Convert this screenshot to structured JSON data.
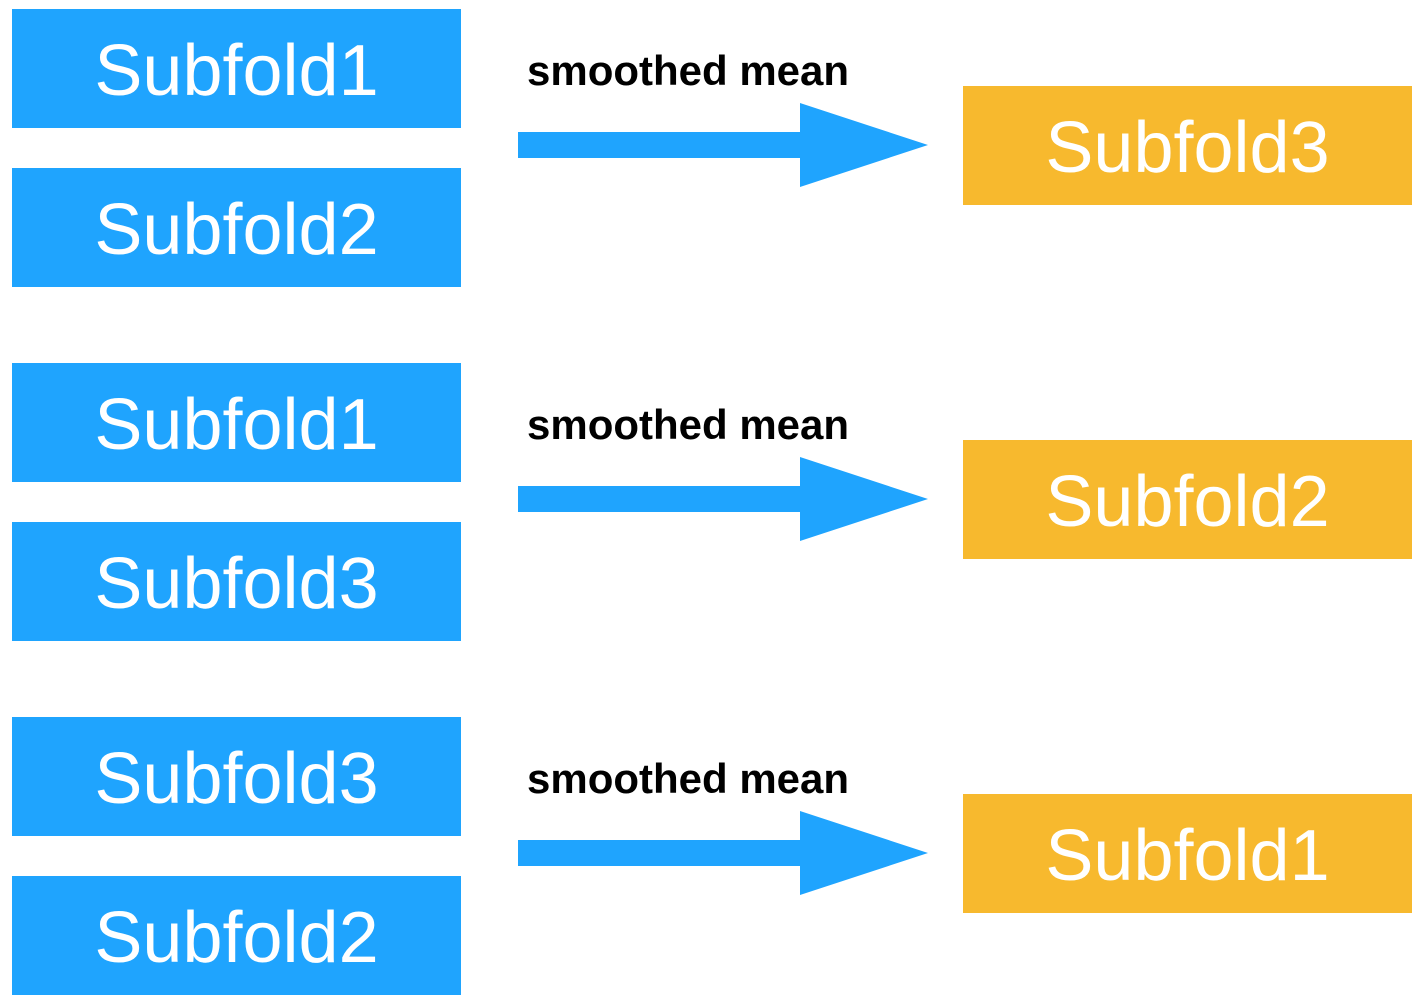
{
  "colors": {
    "source_fill": "#1fa4fe",
    "target_fill": "#f7b92e",
    "arrow_fill": "#1fa4fe",
    "box_text": "#ffffff",
    "label_text": "#000000"
  },
  "groups": [
    {
      "sources": [
        "Subfold1",
        "Subfold2"
      ],
      "label": "smoothed mean",
      "target": "Subfold3"
    },
    {
      "sources": [
        "Subfold1",
        "Subfold3"
      ],
      "label": "smoothed mean",
      "target": "Subfold2"
    },
    {
      "sources": [
        "Subfold3",
        "Subfold2"
      ],
      "label": "smoothed mean",
      "target": "Subfold1"
    }
  ]
}
